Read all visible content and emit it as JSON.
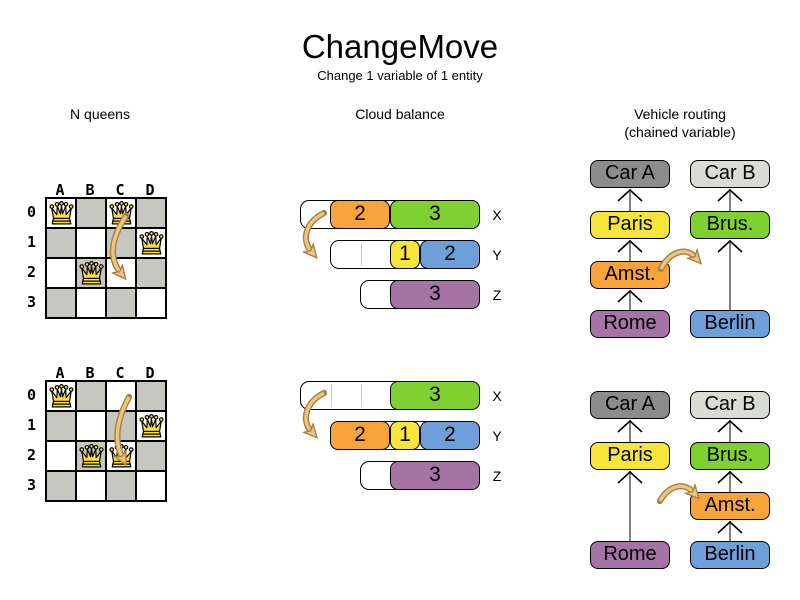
{
  "title": "ChangeMove",
  "subtitle": "Change 1 variable of 1 entity",
  "sections": {
    "nqueens": {
      "header": "N queens"
    },
    "cloud": {
      "header": "Cloud balance"
    },
    "vehicle": {
      "header": "Vehicle routing",
      "header2": "(chained variable)"
    }
  },
  "colors": {
    "orange": "#f9a33b",
    "green": "#7ed12f",
    "yellow": "#f6e53b",
    "blue": "#6f9fd8",
    "purple": "#a674a4",
    "car_a_gray": "#8c8c8c",
    "car_b_gray": "#d9dcd4",
    "board_dark_cell": "#c5c7c0",
    "move_arrow_fill": "#ecc585",
    "move_arrow_outline": "#a5803f",
    "chain_line_gray": "#808080",
    "queen_gold": "#ffdf3e"
  },
  "nqueens": {
    "column_labels": [
      "A",
      "B",
      "C",
      "D"
    ],
    "row_labels": [
      "0",
      "1",
      "2",
      "3"
    ],
    "boards": [
      {
        "name": "before",
        "queens": [
          {
            "cell": "A0",
            "col": 0,
            "row": 0
          },
          {
            "cell": "C0",
            "col": 2,
            "row": 0
          },
          {
            "cell": "D1",
            "col": 3,
            "row": 1
          },
          {
            "cell": "B2",
            "col": 1,
            "row": 2
          }
        ],
        "move": {
          "from": "C0",
          "to": "C2"
        }
      },
      {
        "name": "after",
        "queens": [
          {
            "cell": "A0",
            "col": 0,
            "row": 0
          },
          {
            "cell": "D1",
            "col": 3,
            "row": 1
          },
          {
            "cell": "B2",
            "col": 1,
            "row": 2
          },
          {
            "cell": "C2",
            "col": 2,
            "row": 2
          }
        ],
        "move": {
          "from": "C0",
          "to": "C2"
        }
      }
    ]
  },
  "cloud": {
    "states": [
      {
        "name": "before",
        "move": {
          "process": "2",
          "from": "X",
          "to": "Y"
        },
        "rows": [
          {
            "label": "X",
            "capacity": 6,
            "empty_slots": 1,
            "blocks": [
              {
                "value": "2",
                "color": "orange"
              },
              {
                "value": "3",
                "color": "green"
              }
            ]
          },
          {
            "label": "Y",
            "capacity": 5,
            "empty_slots": 2,
            "blocks": [
              {
                "value": "1",
                "color": "yellow"
              },
              {
                "value": "2",
                "color": "blue"
              }
            ]
          },
          {
            "label": "Z",
            "capacity": 4,
            "empty_slots": 1,
            "blocks": [
              {
                "value": "3",
                "color": "purple"
              }
            ]
          }
        ]
      },
      {
        "name": "after",
        "move": {
          "process": "2",
          "from": "X",
          "to": "Y"
        },
        "rows": [
          {
            "label": "X",
            "capacity": 6,
            "empty_slots": 3,
            "blocks": [
              {
                "value": "3",
                "color": "green"
              }
            ]
          },
          {
            "label": "Y",
            "capacity": 5,
            "empty_slots": 0,
            "blocks": [
              {
                "value": "2",
                "color": "orange"
              },
              {
                "value": "1",
                "color": "yellow"
              },
              {
                "value": "2",
                "color": "blue"
              }
            ]
          },
          {
            "label": "Z",
            "capacity": 4,
            "empty_slots": 1,
            "blocks": [
              {
                "value": "3",
                "color": "purple"
              }
            ]
          }
        ]
      }
    ]
  },
  "vehicle": {
    "states": [
      {
        "name": "before",
        "move": {
          "visit": "Amst.",
          "from_chain": "Car A",
          "to_chain": "Car B"
        },
        "chains": [
          {
            "column": "left",
            "nodes": [
              {
                "label": "Car A",
                "color": "car_a_gray",
                "slot": 0
              },
              {
                "label": "Paris",
                "color": "yellow",
                "slot": 1
              },
              {
                "label": "Amst.",
                "color": "orange",
                "slot": 2
              },
              {
                "label": "Rome",
                "color": "purple",
                "slot": 3
              }
            ]
          },
          {
            "column": "right",
            "nodes": [
              {
                "label": "Car B",
                "color": "car_b_gray",
                "slot": 0
              },
              {
                "label": "Brus.",
                "color": "green",
                "slot": 1
              },
              {
                "label": "Berlin",
                "color": "blue",
                "slot": 3
              }
            ]
          }
        ]
      },
      {
        "name": "after",
        "move": {
          "visit": "Amst.",
          "from_chain": "Car A",
          "to_chain": "Car B"
        },
        "chains": [
          {
            "column": "left",
            "nodes": [
              {
                "label": "Car A",
                "color": "car_a_gray",
                "slot": 0
              },
              {
                "label": "Paris",
                "color": "yellow",
                "slot": 1
              },
              {
                "label": "Rome",
                "color": "purple",
                "slot": 3
              }
            ]
          },
          {
            "column": "right",
            "nodes": [
              {
                "label": "Car B",
                "color": "car_b_gray",
                "slot": 0
              },
              {
                "label": "Brus.",
                "color": "green",
                "slot": 1
              },
              {
                "label": "Amst.",
                "color": "orange",
                "slot": 2
              },
              {
                "label": "Berlin",
                "color": "blue",
                "slot": 3
              }
            ]
          }
        ]
      }
    ]
  }
}
